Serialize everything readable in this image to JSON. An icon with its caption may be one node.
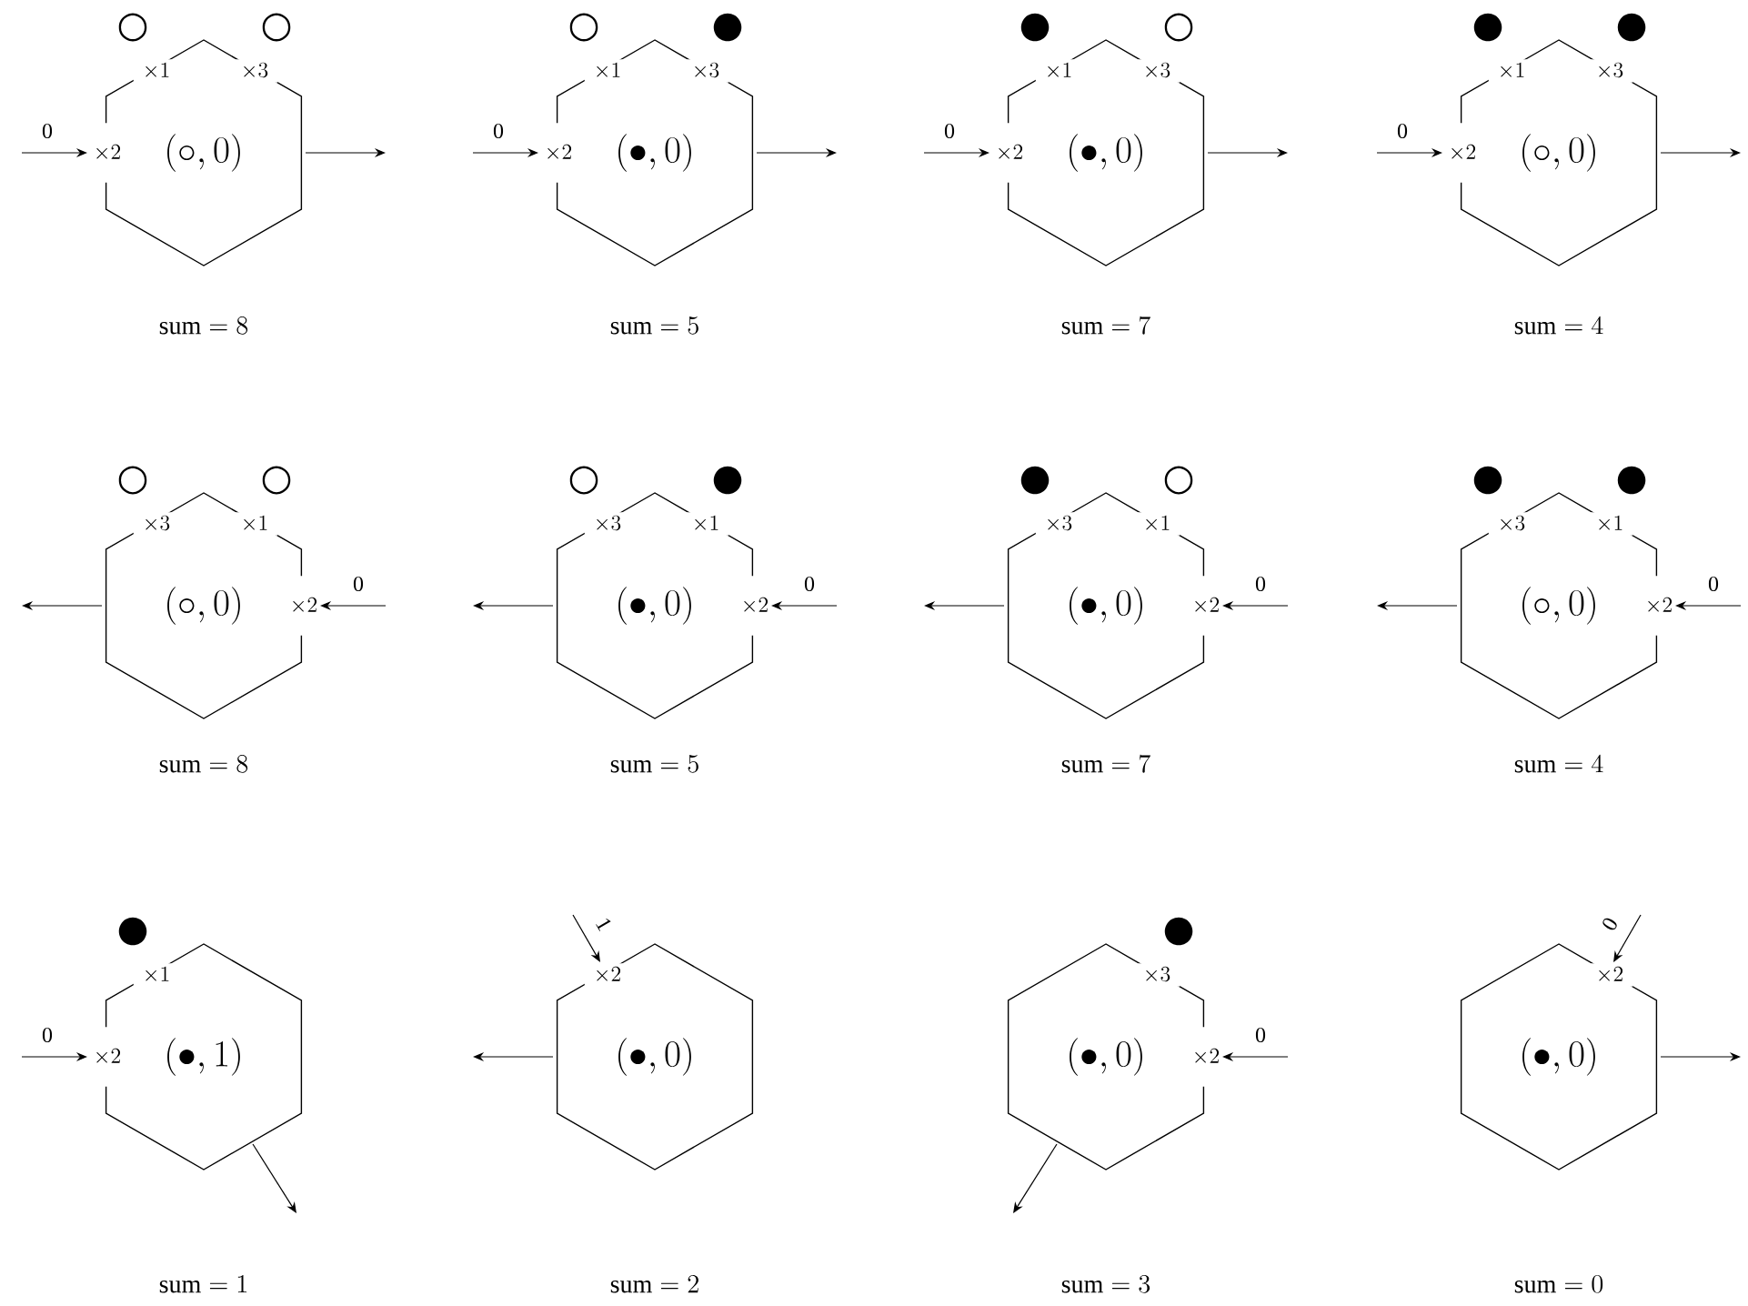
{
  "diagram": {
    "nodes": [
      {
        "text": [
          "\\times 1",
          "\\times 3",
          "\\times 2",
          "(\\circ, 0)"
        ],
        "beside": [
          "○",
          "○",
          "\\mathrm{sum} = 8"
        ]
      },
      {
        "text": [
          "\\times 1",
          "\\times 3",
          "\\times 2",
          "(\\bullet, 0)"
        ],
        "beside": [
          "○",
          "●",
          "\\mathrm{sum} = 5"
        ]
      },
      {
        "text": [
          "\\times 1",
          "\\times 3",
          "\\times 2",
          "(\\bullet, 0)"
        ],
        "beside": [
          "●",
          "○",
          "\\mathrm{sum} = 7"
        ]
      },
      {
        "text": [
          "\\times 1",
          "\\times 3",
          "\\times 2",
          "(\\circ, 0)"
        ],
        "beside": [
          "●",
          "●",
          "\\mathrm{sum} = 4"
        ]
      },
      {
        "text": [
          "\\times 3",
          "\\times 1",
          "(\\circ, 0)",
          "\\times 2"
        ],
        "beside": [
          "○",
          "○",
          "\\mathrm{sum} = 8"
        ]
      },
      {
        "text": [
          "\\times 3",
          "\\times 1",
          "(\\bullet, 0)",
          "\\times 2"
        ],
        "beside": [
          "○",
          "●",
          "\\mathrm{sum} = 5"
        ]
      },
      {
        "text": [
          "\\times 3",
          "\\times 1",
          "(\\bullet, 0)",
          "\\times 2"
        ],
        "beside": [
          "●",
          "○",
          "\\mathrm{sum} = 7"
        ]
      },
      {
        "text": [
          "\\times 3",
          "\\times 1",
          "(\\circ, 0)",
          "\\times 2"
        ],
        "beside": [
          "●",
          "●",
          "\\mathrm{sum} = 4"
        ]
      },
      {
        "text": [
          "\\times 1",
          "\\times 2",
          "(\\bullet, 1)"
        ],
        "beside": [
          "●"
        ]
      },
      {
        "text": [
          "\\times 2",
          "(\\bullet, 0)"
        ]
      },
      {
        "text": [
          "\\times 3",
          "(\\bullet, 0)",
          "\\times 2"
        ],
        "beside": [
          "●"
        ]
      },
      {
        "text": [
          "\\times 2",
          "(\\bullet, 0)"
        ]
      }
    ],
    "labels": [
      "\\mathrm{sum} = 1",
      "\\mathrm{sum} = 2",
      "\\mathrm{sum} = 3",
      "\\mathrm{sum} = 0"
    ],
    "edges": [
      {
        "from": null,
        "to": 0,
        "arrow": "to",
        "label": "0"
      },
      {
        "from": 0,
        "to": null,
        "arrow": "to"
      },
      {
        "from": null,
        "to": 1,
        "arrow": "to",
        "label": "0"
      },
      {
        "from": 1,
        "to": null,
        "arrow": "to"
      },
      {
        "from": null,
        "to": 2,
        "arrow": "to",
        "label": "0"
      },
      {
        "from": 2,
        "to": null,
        "arrow": "to"
      },
      {
        "from": null,
        "to": 3,
        "arrow": "to",
        "label": "0"
      },
      {
        "from": 3,
        "to": null,
        "arrow": "to"
      },
      {
        "from": null,
        "to": 4,
        "arrow": "to",
        "label": "0"
      },
      {
        "from": 4,
        "to": null,
        "arrow": "to"
      },
      {
        "from": null,
        "to": 5,
        "arrow": "to",
        "label": "0"
      },
      {
        "from": 5,
        "to": null,
        "arrow": "to"
      },
      {
        "from": null,
        "to": 6,
        "arrow": "to",
        "label": "0"
      },
      {
        "from": 6,
        "to": null,
        "arrow": "to"
      },
      {
        "from": null,
        "to": 7,
        "arrow": "to",
        "label": "0"
      },
      {
        "from": 7,
        "to": null,
        "arrow": "to"
      },
      {
        "from": null,
        "to": 8,
        "arrow": "to",
        "label": "0"
      },
      {
        "from": 8,
        "to": null,
        "arrow": "to"
      },
      {
        "from": null,
        "to": 9,
        "arrow": "to",
        "label": "1"
      },
      {
        "from": 9,
        "to": null,
        "arrow": "to"
      },
      {
        "from": null,
        "to": 10,
        "arrow": "to",
        "label": "0"
      },
      {
        "from": 10,
        "to": null,
        "arrow": "to"
      },
      {
        "from": null,
        "to": 11,
        "arrow": "to",
        "label": "0"
      },
      {
        "from": 11,
        "to": null,
        "arrow": "to"
      }
    ]
  }
}
